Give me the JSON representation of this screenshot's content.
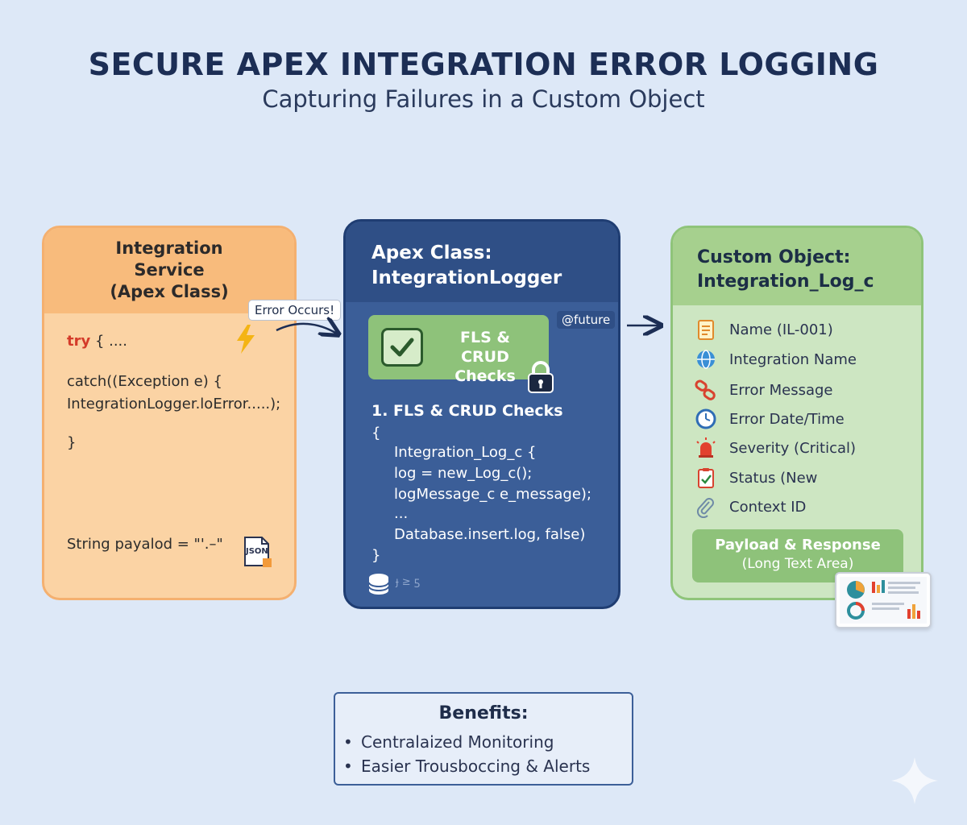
{
  "header": {
    "title": "SECURE APEX INTEGRATION ERROR LOGGING",
    "subtitle": "Capturing Failures in a Custom Object"
  },
  "service_card": {
    "title_lines": [
      "Integration",
      "Service",
      "(Apex Class)"
    ],
    "try_keyword": "try",
    "try_rest": " { ....",
    "catch_line": "catch((Exception e) {",
    "logger_line": "IntegrationLogger.loError.....);",
    "close_brace": "}",
    "payload_line": "String payalod = \"'.–\"",
    "json_icon_label": "JSON"
  },
  "connector": {
    "error_label": "Error Occurs!"
  },
  "logger_card": {
    "title_lines": [
      "Apex Class:",
      "IntegrationLogger"
    ],
    "fls_box_lines": [
      "FLS & CRUD",
      "Checks"
    ],
    "future_tag": "@future",
    "code_lines": [
      "1. FLS & CRUD Checks",
      "{",
      "Integration_Log_c {",
      "log = new_Log_c();",
      "logMessage_c e_message);",
      "...",
      "Database.insert.log, false)",
      "}"
    ],
    "db_note": "ɟ ≥ ƽ"
  },
  "object_card": {
    "title_lines": [
      "Custom Object:",
      "Integration_Log_c"
    ],
    "fields": [
      {
        "label": "Name (IL-001)",
        "icon": "notepad-icon"
      },
      {
        "label": "Integration Name",
        "icon": "globe-icon"
      },
      {
        "label": "Error Message",
        "icon": "chain-link-icon"
      },
      {
        "label": "Error Date/Time",
        "icon": "clock-icon"
      },
      {
        "label": "Severity (Critical)",
        "icon": "alarm-icon"
      },
      {
        "label": "Status (New",
        "icon": "clipboard-check-icon"
      },
      {
        "label": "Context ID",
        "icon": "paperclip-icon"
      }
    ],
    "payload_lines": [
      "Payload & Response",
      "(Long Text Area)"
    ]
  },
  "benefits": {
    "heading": "Benefits:",
    "items": [
      "Centralaized Monitoring",
      "Easier Trousboccing & Alerts"
    ]
  },
  "colors": {
    "orange_card": "#fbd3a4",
    "blue_card": "#3b5e98",
    "green_card": "#cde6c2",
    "background": "#dde8f7"
  }
}
